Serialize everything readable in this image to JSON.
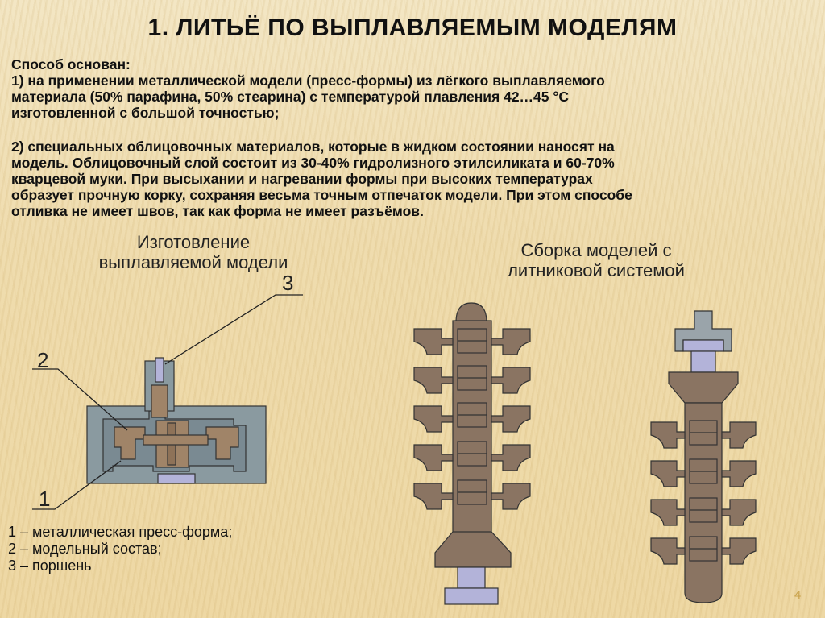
{
  "title": "1. ЛИТЬЁ ПО ВЫПЛАВЛЯЕМЫМ МОДЕЛЯМ",
  "intro": {
    "line0": "Способ основан:",
    "line1": "1) на применении металлической модели (пресс-формы) из лёгкого выплавляемого",
    "line2": "материала (50% парафина, 50% стеарина) с температурой плавления 42…45 °С",
    "line3": "изготовленной с большой точностью;"
  },
  "point2": {
    "line1": "2) специальных облицовочных материалов, которые в жидком состоянии наносят на",
    "line2": "модель. Облицовочный слой состоит из 30-40% гидролизного этилсиликата и 60-70%",
    "line3": "кварцевой муки. При высыхании и нагревании формы при высоких температурах",
    "line4": "образует прочную корку, сохраняя весьма точным отпечаток модели. При этом способе",
    "line5": "отливка не имеет швов, так как форма не имеет разъёмов."
  },
  "caption_left": {
    "line1": "Изготовление",
    "line2": "выплавляемой модели"
  },
  "caption_right": {
    "line1": "Сборка моделей с",
    "line2": "литниковой системой"
  },
  "callouts": {
    "n1": "1",
    "n2": "2",
    "n3": "3"
  },
  "legend": {
    "item1": "1 – металлическая пресс-форма;",
    "item2": "2 – модельный состав;",
    "item3": "3 – поршень"
  },
  "page_number": "4",
  "colors": {
    "mold": "#8a9aa0",
    "model": "#a08468",
    "piston": "#b3b3d9",
    "outline": "#333333"
  }
}
